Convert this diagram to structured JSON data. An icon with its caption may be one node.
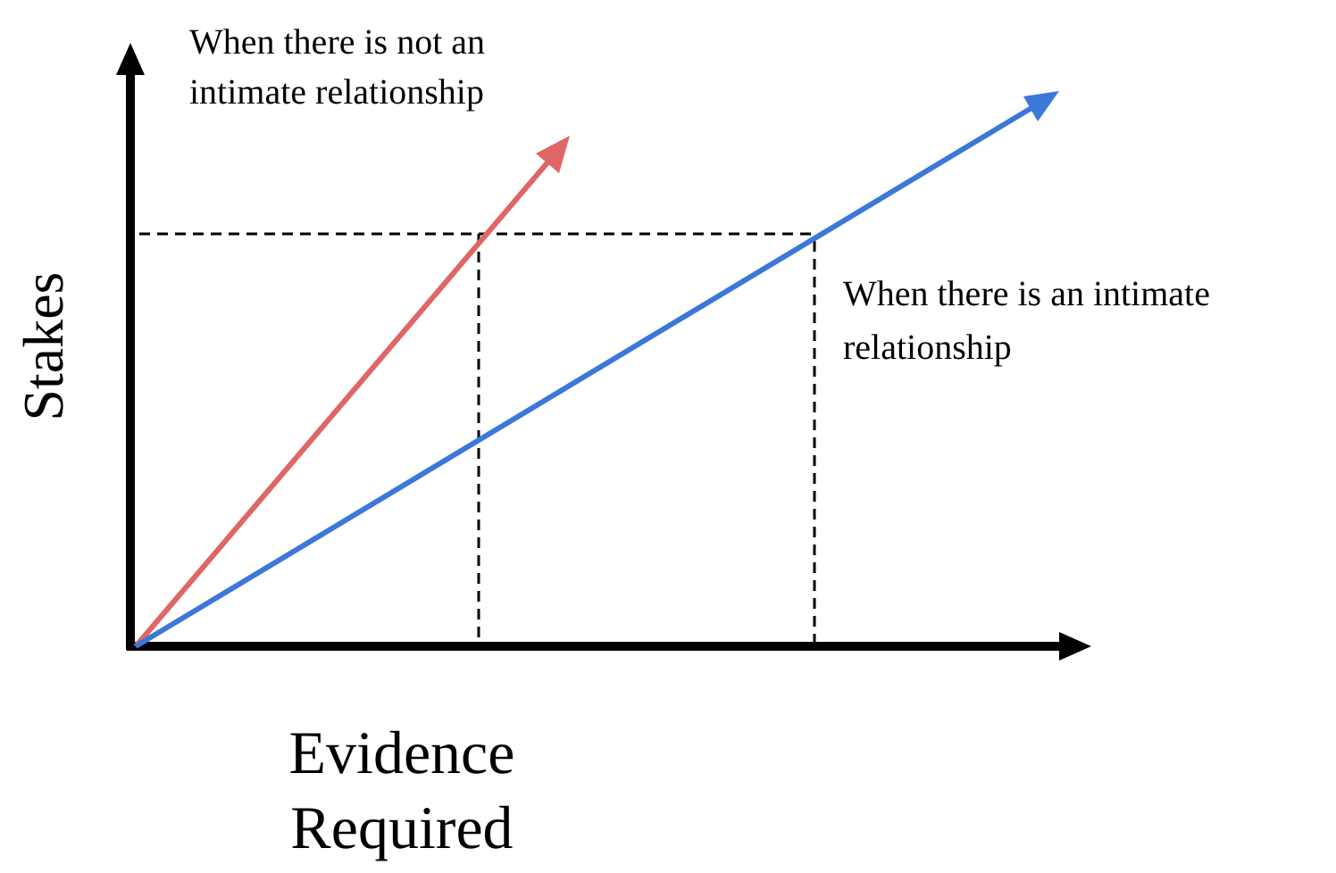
{
  "diagram": {
    "labels": [
      "When there is not an intimate relationship",
      "When there is an intimate relationship",
      "Stakes",
      "Evidence Required"
    ]
  }
}
